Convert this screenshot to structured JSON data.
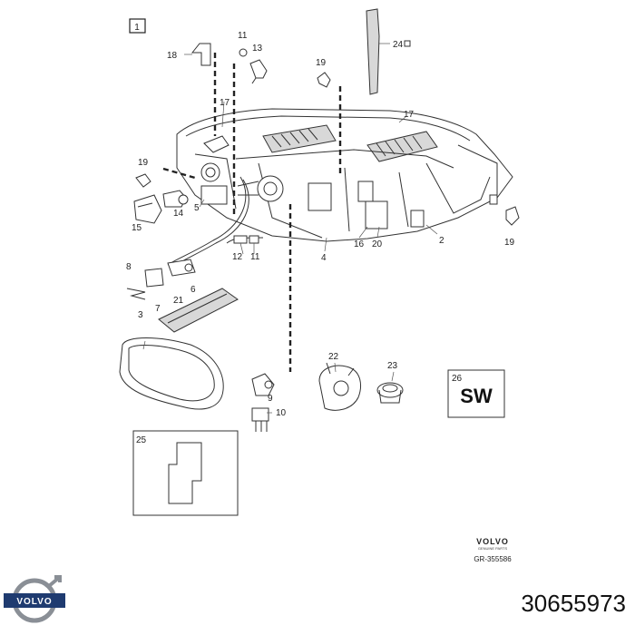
{
  "diagram": {
    "frame_label": "1",
    "callouts": {
      "c2": "2",
      "c3": "3",
      "c4": "4",
      "c5": "5",
      "c6": "6",
      "c7": "7",
      "c8": "8",
      "c9": "9",
      "c10": "10",
      "c11a": "11",
      "c11b": "11",
      "c12": "12",
      "c13": "13",
      "c14": "14",
      "c15": "15",
      "c16": "16",
      "c17a": "17",
      "c17b": "17",
      "c18": "18",
      "c19a": "19",
      "c19b": "19",
      "c19c": "19",
      "c20": "20",
      "c21": "21",
      "c22": "22",
      "c23": "23",
      "c24": "24",
      "c25": "25",
      "c26": "26"
    },
    "sw_box_text": "SW",
    "brand_small": "VOLVO",
    "brand_sub": "GENUINE PARTS",
    "drawing_ref": "GR-355586"
  },
  "footer": {
    "logo_text": "VOLVO",
    "part_number": "30655973"
  },
  "colors": {
    "line": "#333333",
    "logo_blue": "#1f3b70",
    "logo_ring": "#8a8f96"
  }
}
